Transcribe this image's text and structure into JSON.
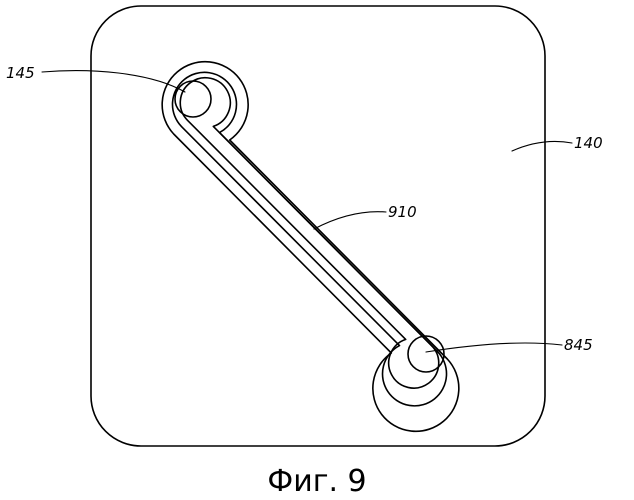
{
  "figure": {
    "caption": "Фиг. 9",
    "labels": {
      "plate": "140",
      "upper_pad": "145",
      "conductor": "910",
      "lower_pad": "845"
    }
  }
}
